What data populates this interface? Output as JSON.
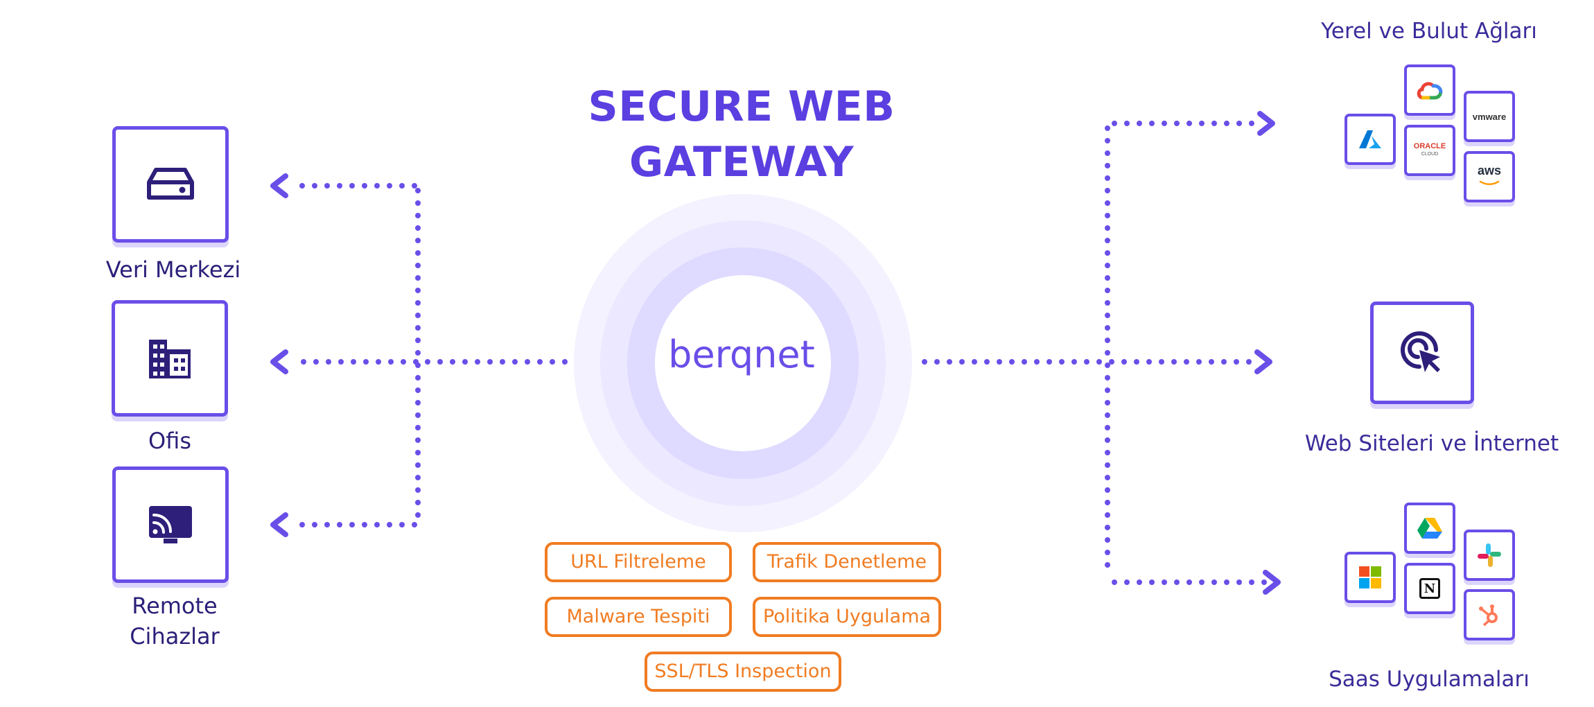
{
  "title_line1": "SECURE WEB",
  "title_line2": "GATEWAY",
  "brand": "berqnet",
  "colors": {
    "accent": "#6a4ee8",
    "label": "#2a1f78",
    "orange": "#f07c22",
    "ring_light": "#f1efff",
    "ring_mid": "#e6e2ff"
  },
  "left_nodes": [
    {
      "label_lines": [
        "Veri Merkezi"
      ],
      "icon": "server-icon"
    },
    {
      "label_lines": [
        "Ofis"
      ],
      "icon": "building-icon"
    },
    {
      "label_lines": [
        "Remote",
        "Cihazlar"
      ],
      "icon": "cast-device-icon"
    }
  ],
  "features": [
    "URL Filtreleme",
    "Trafik Denetleme",
    "Malware Tespiti",
    "Politika Uygulama",
    "SSL/TLS Inspection"
  ],
  "right_groups": [
    {
      "label": "Yerel ve Bulut Ağları",
      "tiles": [
        "google-cloud-icon",
        "azure-icon",
        "oracle-cloud-icon",
        "vmware-icon",
        "aws-icon"
      ],
      "tile_texts": {
        "oracle": "ORACLE",
        "oracle_sub": "CLOUD",
        "vmware": "vmware",
        "aws": "aws"
      }
    },
    {
      "label": "Web Siteleri ve İnternet",
      "icon": "web-click-icon"
    },
    {
      "label": "Saas Uygulamaları",
      "tiles": [
        "google-drive-icon",
        "microsoft-icon",
        "notion-icon",
        "slack-icon",
        "hubspot-icon"
      ],
      "tile_texts": {
        "notion": "N"
      }
    }
  ]
}
